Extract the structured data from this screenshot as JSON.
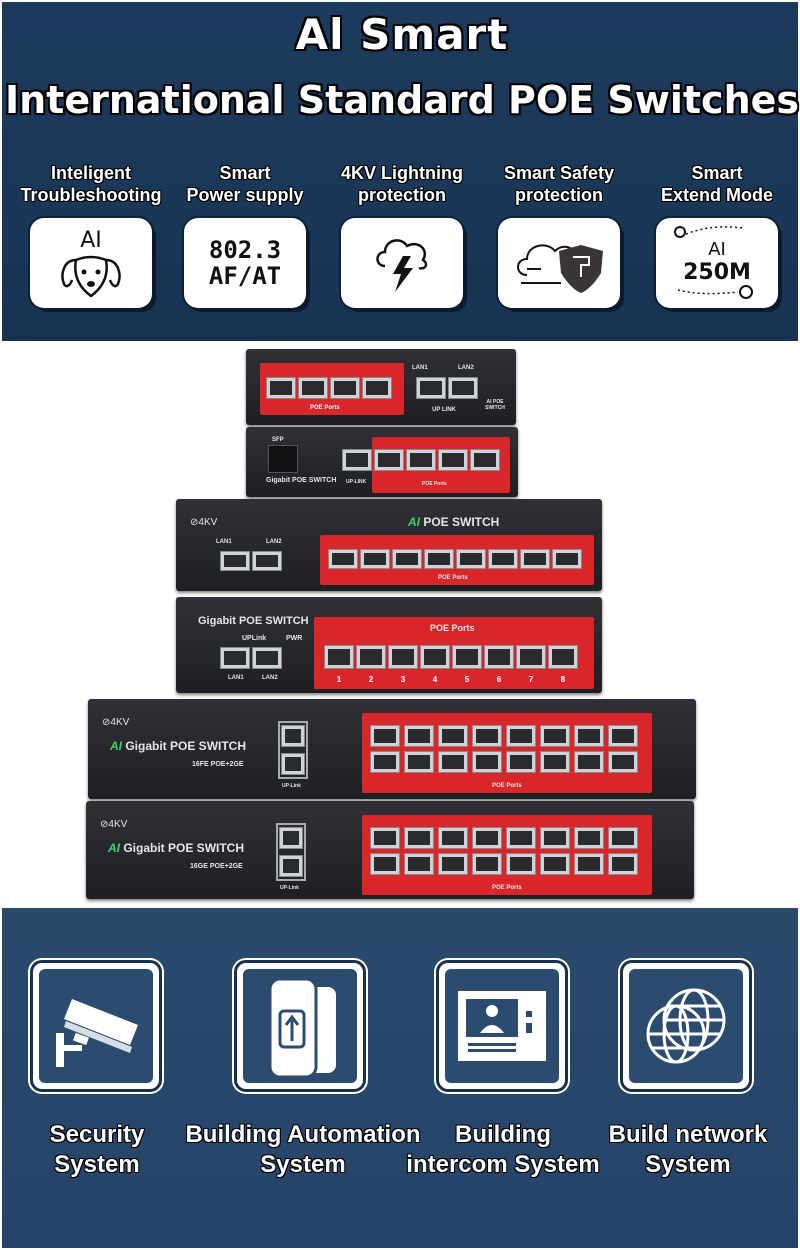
{
  "header": {
    "title_line1": "Al Smart",
    "title_line2": "International Standard POE Switches"
  },
  "features": [
    {
      "label_line1": "Inteligent",
      "label_line2": "Troubleshooting",
      "icon": "ai-dog-icon",
      "icon_text": "AI"
    },
    {
      "label_line1": "Smart",
      "label_line2": "Power supply",
      "icon": "standard-text-icon",
      "icon_text_line1": "802.3",
      "icon_text_line2": "AF/AT"
    },
    {
      "label_line1": "4KV Lightning",
      "label_line2": "protection",
      "icon": "lightning-cloud-icon"
    },
    {
      "label_line1": "Smart Safety",
      "label_line2": "protection",
      "icon": "shield-cloud-icon"
    },
    {
      "label_line1": "Smart",
      "label_line2": "Extend Mode",
      "icon": "distance-pin-icon",
      "icon_text_line1": "AI",
      "icon_text_line2": "250M"
    }
  ],
  "product": {
    "sw1": {
      "label": "POE Ports",
      "uplink": "UP LINK",
      "lan1": "LAN1",
      "lan2": "LAN2",
      "ai_label": "AI POE SWITCH"
    },
    "sw2": {
      "sfp": "SFP",
      "label": "Gigabit POE SWITCH",
      "uplink": "UP-LINK",
      "poe": "POE Ports"
    },
    "sw3": {
      "badge": "⊘4KV",
      "ai": "AI",
      "title": "POE SWITCH",
      "lan1": "LAN1",
      "lan2": "LAN2",
      "poe": "POE Ports"
    },
    "sw4": {
      "title": "Gigabit POE SWITCH",
      "uplink": "UPLink",
      "pwr": "PWR",
      "poe": "POE Ports",
      "lan1": "LAN1",
      "lan2": "LAN2",
      "numbers": [
        "1",
        "2",
        "3",
        "4",
        "5",
        "6",
        "7",
        "8"
      ]
    },
    "sw5": {
      "badge": "⊘4KV",
      "ai": "AI",
      "title": "Gigabit POE SWITCH",
      "model": "16FE POE+2GE",
      "uplink": "UP-Link",
      "poe": "POE Ports"
    },
    "sw6": {
      "badge": "⊘4KV",
      "ai": "AI",
      "title": "Gigabit POE SWITCH",
      "model": "16GE POE+2GE",
      "uplink": "UP-Link",
      "poe": "POE Ports"
    }
  },
  "applications": [
    {
      "label_line1": "Security",
      "label_line2": "System",
      "icon": "security-camera-icon"
    },
    {
      "label_line1": "Building Automation",
      "label_line2": "System",
      "icon": "door-sensor-icon"
    },
    {
      "label_line1": "Building",
      "label_line2": "intercom System",
      "icon": "intercom-screen-icon"
    },
    {
      "label_line1": "Build network",
      "label_line2": "System",
      "icon": "globe-network-icon"
    }
  ],
  "colors": {
    "banner": "#1d3b5e",
    "accent_red": "#d9262a",
    "bottom": "#2a4a6c"
  }
}
